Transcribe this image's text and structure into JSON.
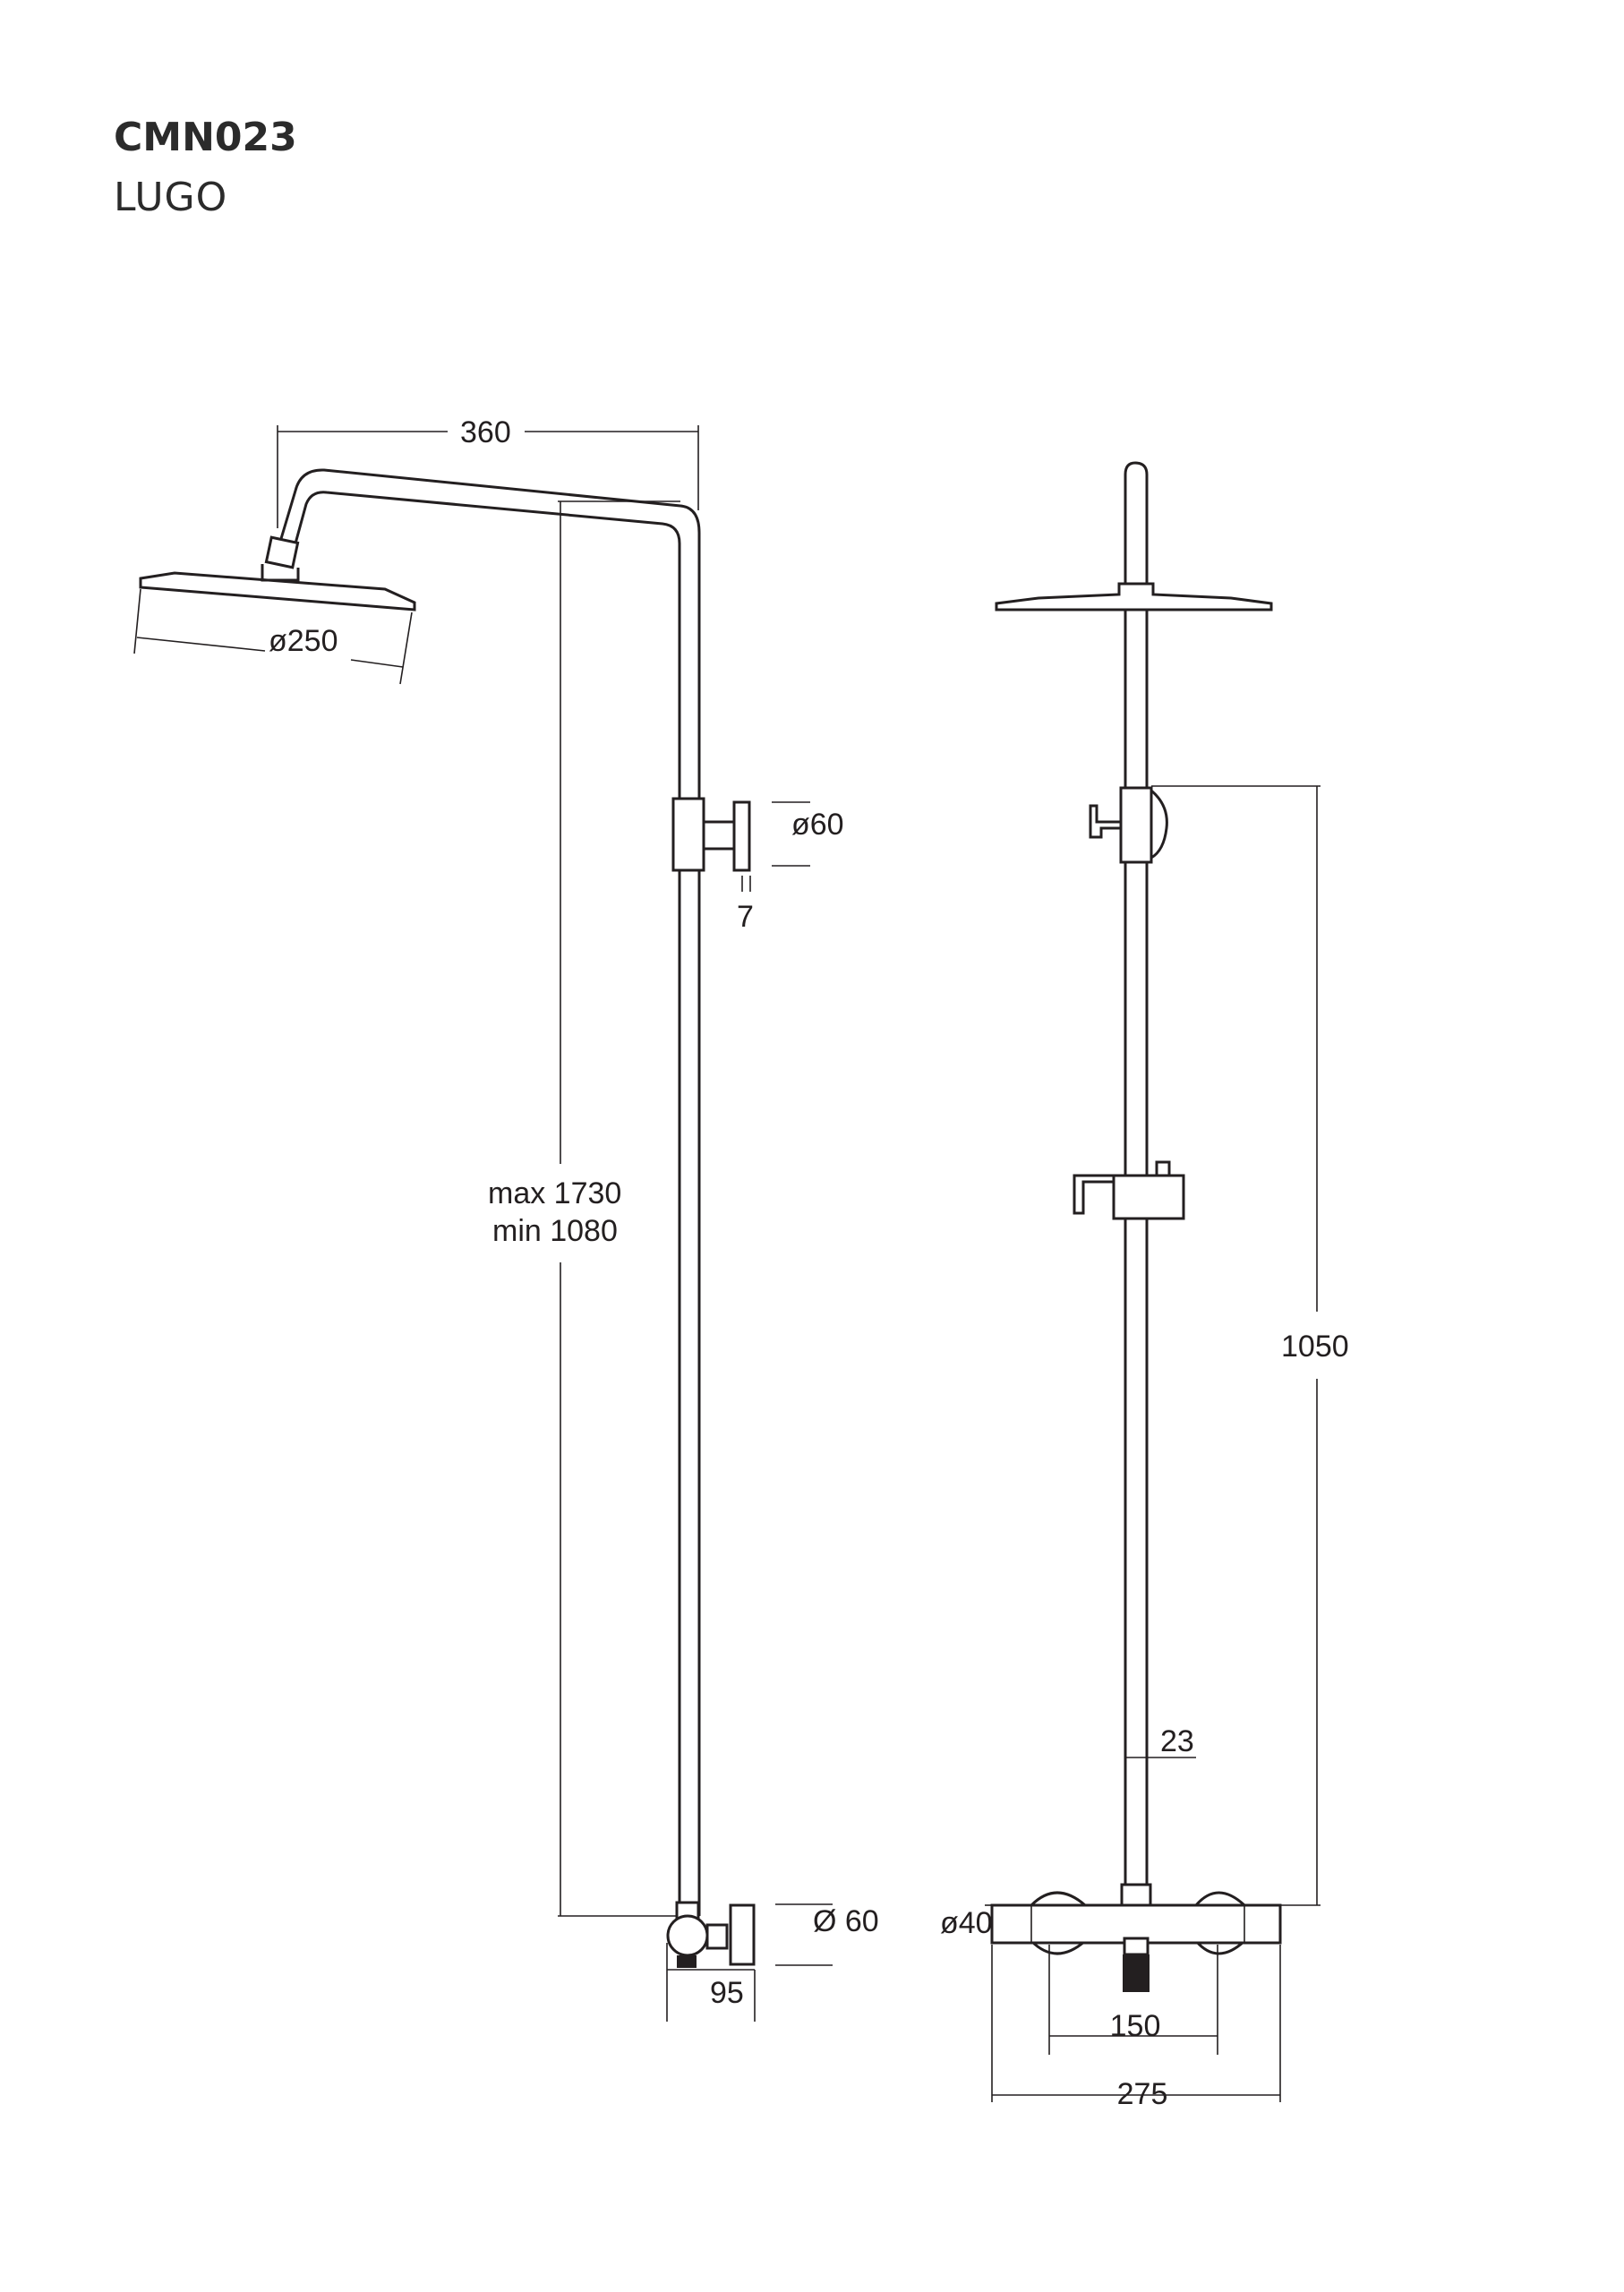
{
  "header": {
    "code": "CMN023",
    "name": "LUGO"
  },
  "dimensions": {
    "arm_length": "360",
    "head_diameter": "ø250",
    "knob_diameter": "ø60",
    "knob_depth": "7",
    "height_max": "max 1730",
    "height_min": "min 1080",
    "valve_diameter": "Ø 60",
    "valve_projection": "95",
    "slide_height": "1050",
    "rail_diameter": "23",
    "mixer_diameter": "ø40",
    "inlet_spacing": "150",
    "mixer_width": "275"
  }
}
